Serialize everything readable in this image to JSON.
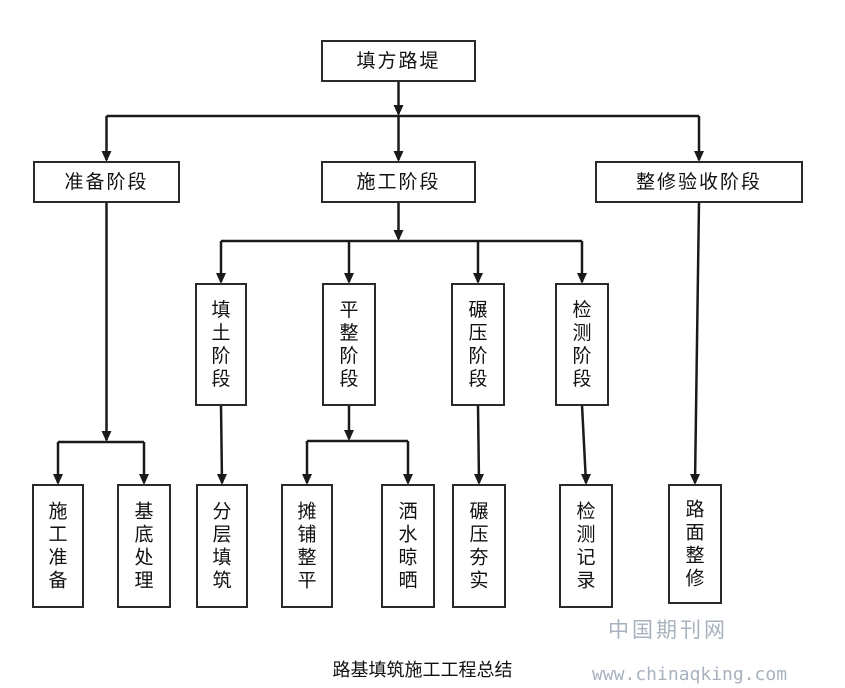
{
  "diagram": {
    "nodes": [
      {
        "id": "root",
        "label": "填方路堤",
        "vertical": false
      },
      {
        "id": "prep",
        "label": "准备阶段",
        "vertical": false
      },
      {
        "id": "construct",
        "label": "施工阶段",
        "vertical": false
      },
      {
        "id": "finish",
        "label": "整修验收阶段",
        "vertical": false
      },
      {
        "id": "fill",
        "label": "填土阶段",
        "vertical": true
      },
      {
        "id": "level",
        "label": "平整阶段",
        "vertical": true
      },
      {
        "id": "compact",
        "label": "碾压阶段",
        "vertical": true
      },
      {
        "id": "inspect",
        "label": "检测阶段",
        "vertical": true
      },
      {
        "id": "prep_work",
        "label": "施工准备",
        "vertical": true
      },
      {
        "id": "base",
        "label": "基底处理",
        "vertical": true
      },
      {
        "id": "layered",
        "label": "分层填筑",
        "vertical": true
      },
      {
        "id": "spread",
        "label": "摊铺整平",
        "vertical": true
      },
      {
        "id": "water",
        "label": "洒水晾晒",
        "vertical": true
      },
      {
        "id": "compact_solid",
        "label": "碾压夯实",
        "vertical": true
      },
      {
        "id": "record",
        "label": "检测记录",
        "vertical": true
      },
      {
        "id": "road",
        "label": "路面整修",
        "vertical": true
      }
    ],
    "edges": [
      {
        "from": "root",
        "to": "prep"
      },
      {
        "from": "root",
        "to": "construct"
      },
      {
        "from": "root",
        "to": "finish"
      },
      {
        "from": "construct",
        "to": "fill"
      },
      {
        "from": "construct",
        "to": "level"
      },
      {
        "from": "construct",
        "to": "compact"
      },
      {
        "from": "construct",
        "to": "inspect"
      },
      {
        "from": "prep",
        "to": "prep_work"
      },
      {
        "from": "prep",
        "to": "base"
      },
      {
        "from": "fill",
        "to": "layered"
      },
      {
        "from": "level",
        "to": "spread"
      },
      {
        "from": "level",
        "to": "water"
      },
      {
        "from": "compact",
        "to": "compact_solid"
      },
      {
        "from": "inspect",
        "to": "record"
      },
      {
        "from": "finish",
        "to": "road"
      }
    ]
  },
  "caption": "路基填筑施工工程总结",
  "watermark": {
    "name": "中国期刊网",
    "url": "www.chinaqking.com"
  }
}
